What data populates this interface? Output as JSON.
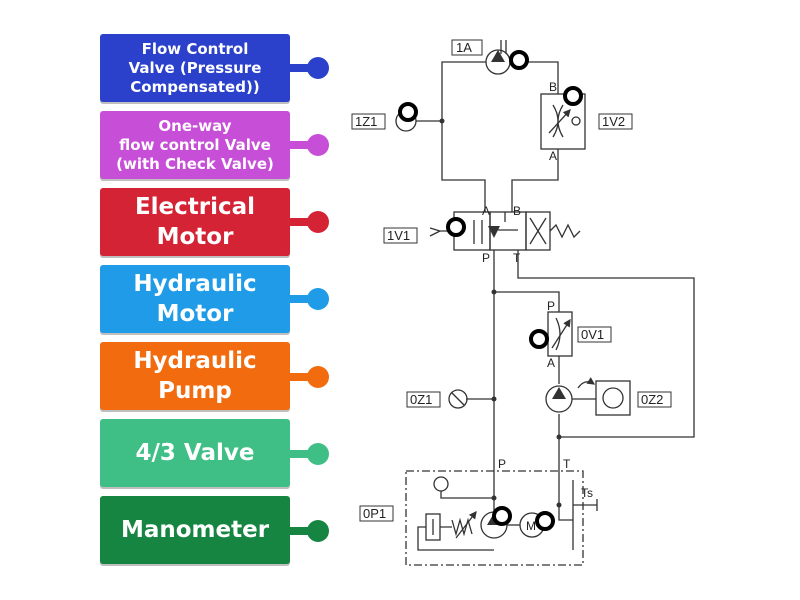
{
  "tiles": [
    {
      "id": "flow-control-valve",
      "label": "Flow Control Valve (Pressure Compensated))",
      "lines": [
        "Flow Control",
        "Valve (Pressure",
        "Compensated))"
      ],
      "color": "#2b41cc"
    },
    {
      "id": "one-way-flow-control",
      "label": "One-way flow control Valve (with Check Valve)",
      "lines": [
        "One-way",
        "flow control Valve",
        "(with Check Valve)"
      ],
      "color": "#c74fd8"
    },
    {
      "id": "electrical-motor",
      "label": "Electrical Motor",
      "lines": [
        "Electrical",
        "Motor"
      ],
      "color": "#d42335"
    },
    {
      "id": "hydraulic-motor",
      "label": "Hydraulic Motor",
      "lines": [
        "Hydraulic",
        "Motor"
      ],
      "color": "#1f9be8"
    },
    {
      "id": "hydraulic-pump",
      "label": "Hydraulic Pump",
      "lines": [
        "Hydraulic",
        "Pump"
      ],
      "color": "#f26b0f"
    },
    {
      "id": "valve-43",
      "label": "4/3 Valve",
      "lines": [
        "4/3 Valve"
      ],
      "color": "#3fbf86"
    },
    {
      "id": "manometer",
      "label": "Manometer",
      "lines": [
        "Manometer"
      ],
      "color": "#178542"
    }
  ],
  "diagram": {
    "component_labels": {
      "1A": "1A",
      "1V2": "1V2",
      "1Z1": "1Z1",
      "1V1": "1V1",
      "0V1": "0V1",
      "0Z1": "0Z1",
      "0Z2": "0Z2",
      "0P1": "0P1"
    },
    "port_labels": {
      "B_1V2": "B",
      "A_1V2": "A",
      "A_1V1": "A",
      "B_1V1": "B",
      "P_1V1": "P",
      "T_1V1": "T",
      "P_0V1": "P",
      "A_0V1": "A",
      "P_0P1": "P",
      "T_0P1": "T",
      "Ts": "Ts"
    },
    "motor_letter": "M"
  },
  "colors": {
    "line": "#333333",
    "target": "#000000"
  }
}
